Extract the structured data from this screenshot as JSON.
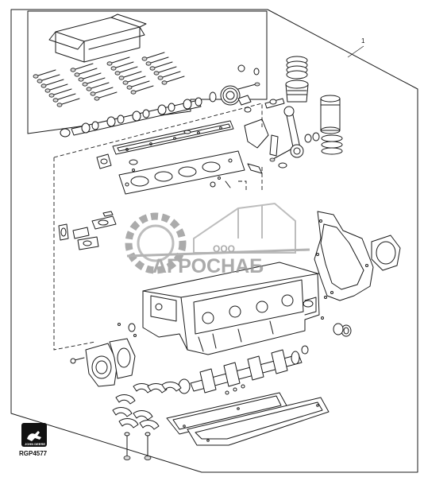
{
  "diagram": {
    "callout_number": "1",
    "reference_code": "RGP4577",
    "logo_text": "JOHN DEERE",
    "watermark": {
      "prefix": "ООО",
      "name": "АГРОСНАБ"
    }
  }
}
